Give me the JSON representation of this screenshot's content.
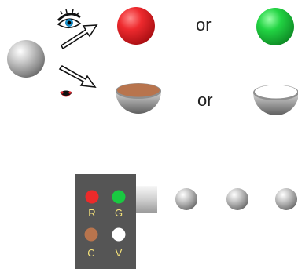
{
  "diagram": {
    "or_text_top": "or",
    "or_text_bottom": "or"
  },
  "machine": {
    "buttons": [
      {
        "label": "R",
        "color": "#ec2a2a"
      },
      {
        "label": "G",
        "color": "#19c941"
      },
      {
        "label": "C",
        "color": "#b8744d"
      },
      {
        "label": "V",
        "color": "#ffffff"
      }
    ],
    "panel_color": "#555555",
    "label_color": "#f5e27a"
  },
  "colors": {
    "red_ball": "#e8242c",
    "green_ball": "#1fd23f",
    "brown_cream": "#b8744d",
    "white_cream": "#ffffff",
    "silver": "#a8a8a8"
  }
}
